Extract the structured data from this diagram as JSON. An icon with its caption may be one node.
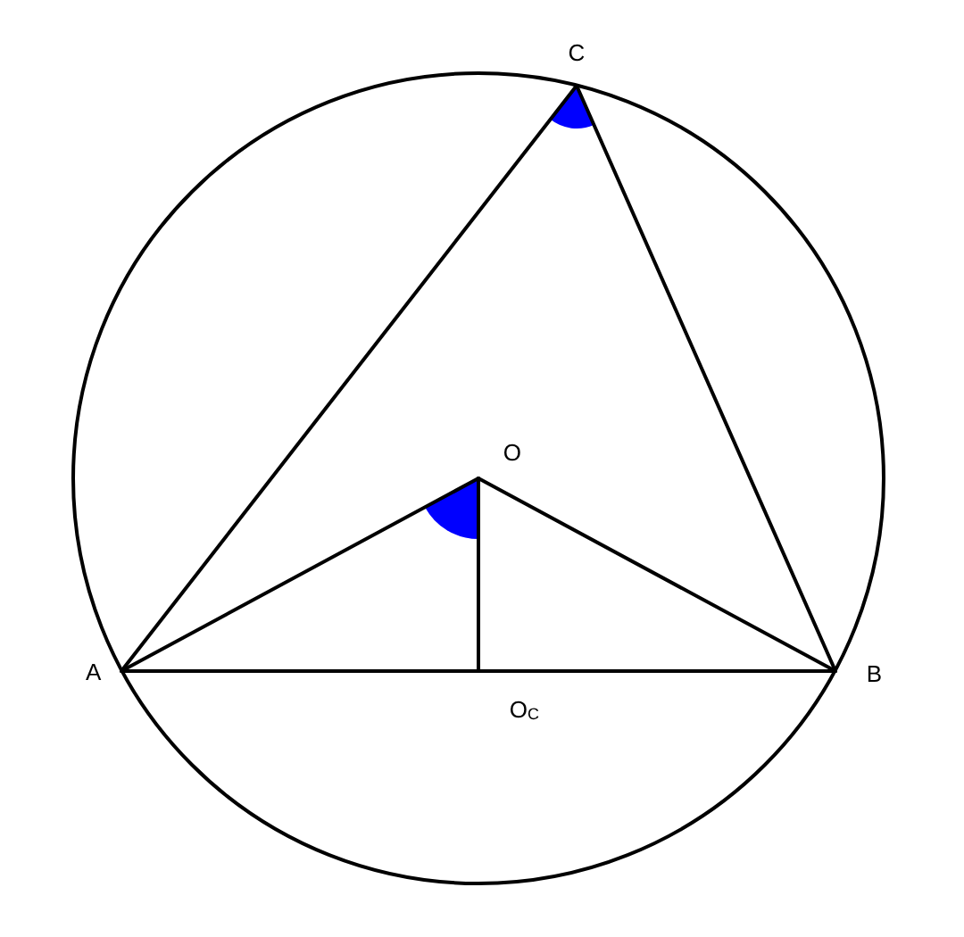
{
  "diagram": {
    "nodes": [
      {
        "text": [
          "C"
        ]
      },
      {
        "text": [
          "O"
        ]
      },
      {
        "text": [
          "A"
        ]
      },
      {
        "text": [
          "O$_{C}$"
        ]
      },
      {
        "text": [
          "B"
        ]
      }
    ],
    "edges": [
      {
        "from": 0,
        "to": 2,
        "arrow": "none"
      },
      {
        "from": 0,
        "to": 4,
        "arrow": "none"
      },
      {
        "from": 1,
        "to": 2,
        "arrow": "none"
      },
      {
        "from": 1,
        "to": 4,
        "arrow": "none"
      },
      {
        "from": 1,
        "to": 3,
        "arrow": "none"
      },
      {
        "from": 2,
        "to": 4,
        "arrow": "none"
      }
    ]
  }
}
